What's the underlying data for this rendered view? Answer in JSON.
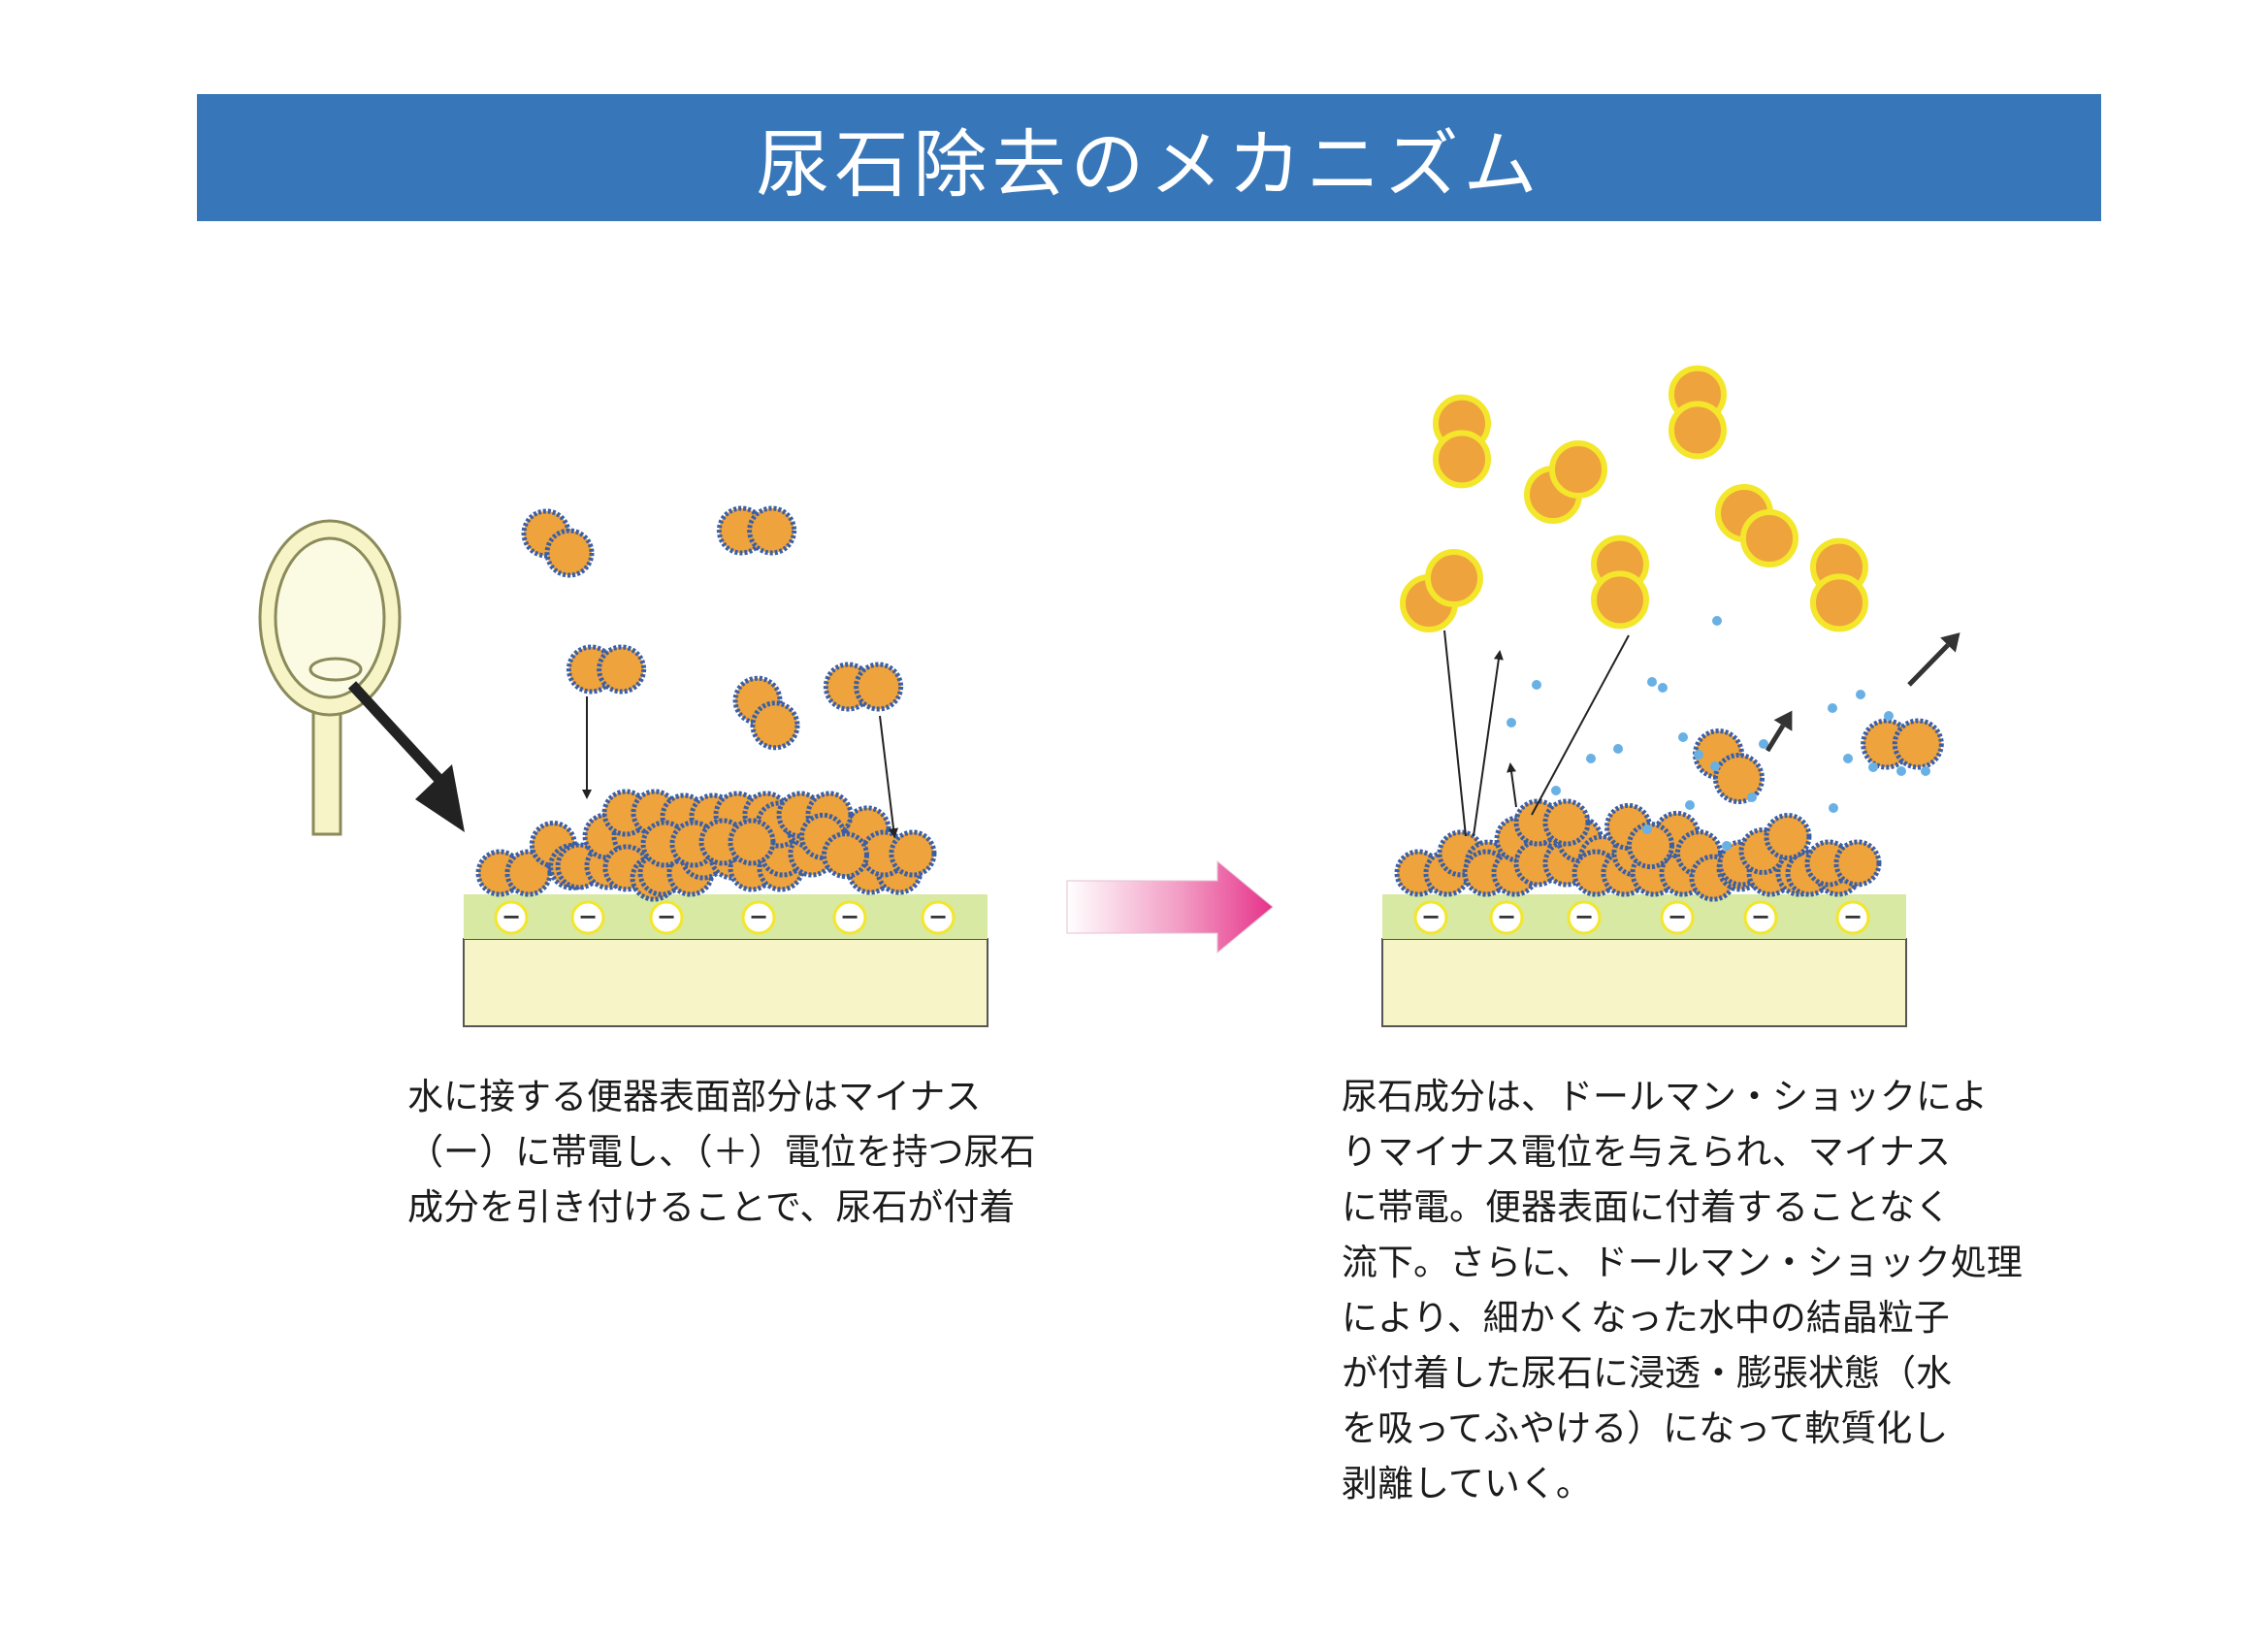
{
  "title": "尿石除去のメカニズム",
  "charge_symbol": "−",
  "captions": {
    "before": [
      "水に接する便器表面部分はマイナス",
      "（ー）に帯電し、（＋）電位を持つ尿石",
      "成分を引き付けることで、尿石が付着"
    ],
    "after": [
      "尿石成分は、ドールマン・ショックによ",
      "りマイナス電位を与えられ、マイナス",
      "に帯電。便器表面に付着することなく",
      "流下。さらに、ドールマン・ショック処理",
      "により、細かくなった水中の結晶粒子",
      "が付着した尿石に浸透・膨張状態（水",
      "を吸ってふやける）になって軟質化し",
      "剥離していく。"
    ]
  },
  "colors": {
    "title_bar": "#3777b9",
    "particle_fill": "#eea33d",
    "attached_rim": "#3a5fa6",
    "released_rim": "#f3e62b",
    "water_droplet": "#69b0e5",
    "surface_layer": "#d7e9a3",
    "base_block": "#f7f5c8",
    "process_arrow": "#e6338a"
  },
  "icons": [
    "toilet-bowl-icon",
    "minus-charge-icon",
    "process-arrow-icon",
    "motion-arrow-icon"
  ]
}
